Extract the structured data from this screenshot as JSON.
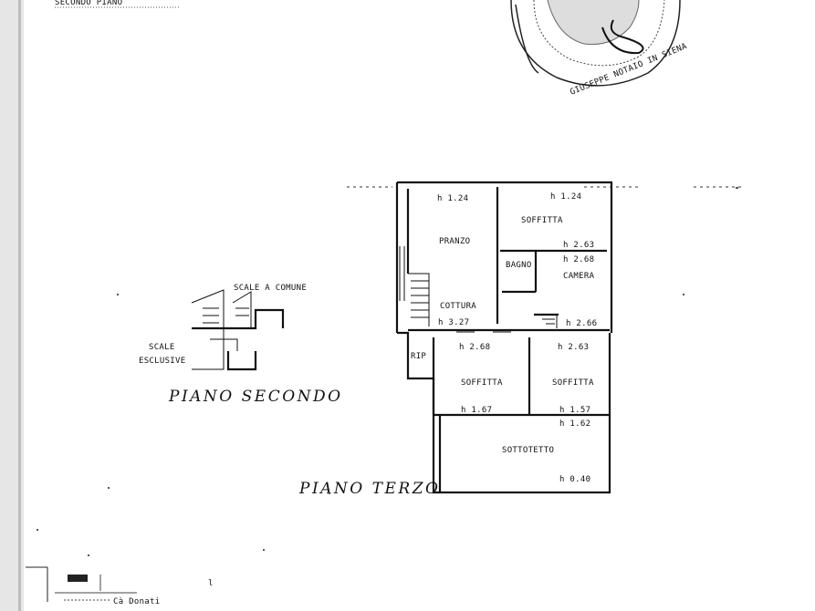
{
  "header": {
    "top_left_text": "SECONDO PIANO"
  },
  "floor_labels": {
    "second": "PIANO  SECONDO",
    "third": "PIANO  TERZO"
  },
  "stair_labels": {
    "common": "SCALE A COMUNE",
    "exclusive_1": "SCALE",
    "exclusive_2": "ESCLUSIVE"
  },
  "rooms": {
    "pranzo": "PRANZO",
    "cottura": "COTTURA",
    "soffitta_top": "SOFFITTA",
    "bagno": "BAGNO",
    "camera": "CAMERA",
    "rip": "RIP",
    "soffitta_left": "SOFFITTA",
    "soffitta_right": "SOFFITTA",
    "sottotetto": "SOTTOTETTO"
  },
  "heights": {
    "pranzo_top": "h 1.24",
    "soffitta_top": "h 1.24",
    "soffitta_bottom": "h 2.63",
    "camera_top": "h 2.68",
    "cottura_bottom": "h 3.27",
    "camera_bottom": "h 2.66",
    "soffitta_left_top": "h 2.68",
    "soffitta_right_top": "h 2.63",
    "soffitta_left_bottom": "h 1.67",
    "soffitta_right_bottom": "h 1.57",
    "sottotetto_top": "h 1.62",
    "sottotetto_bottom": "h 0.40"
  },
  "footer": {
    "caption": "Cà Donati"
  },
  "seal": {
    "ring_text": "GIUSEPPE NOTAIO IN SIENA"
  }
}
